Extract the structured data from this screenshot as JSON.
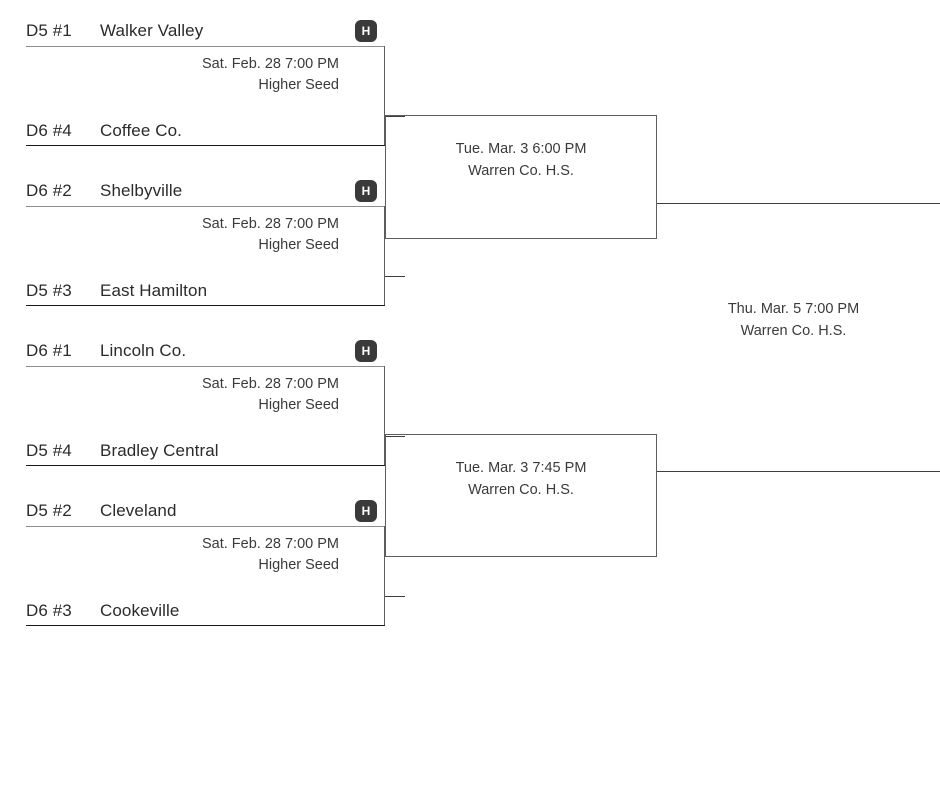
{
  "bracket": {
    "host_badge_label": "H",
    "colors": {
      "text": "#2b2b2b",
      "info_text": "#3a3a3a",
      "badge_background": "#3a3a3a",
      "badge_text": "#ffffff",
      "divider_gray": "#8d8d8d",
      "border_black": "#1a1a1a",
      "box_border": "#5d5d5d",
      "background": "#ffffff"
    },
    "round1": [
      {
        "top_team": {
          "seed": "D5 #1",
          "name": "Walker Valley",
          "host": true
        },
        "bottom_team": {
          "seed": "D6 #4",
          "name": "Coffee Co.",
          "host": false
        },
        "info": {
          "datetime": "Sat. Feb. 28 7:00 PM",
          "location": "Higher Seed"
        }
      },
      {
        "top_team": {
          "seed": "D6 #2",
          "name": "Shelbyville",
          "host": true
        },
        "bottom_team": {
          "seed": "D5 #3",
          "name": "East Hamilton",
          "host": false
        },
        "info": {
          "datetime": "Sat. Feb. 28 7:00 PM",
          "location": "Higher Seed"
        }
      },
      {
        "top_team": {
          "seed": "D6 #1",
          "name": "Lincoln Co.",
          "host": true
        },
        "bottom_team": {
          "seed": "D5 #4",
          "name": "Bradley Central",
          "host": false
        },
        "info": {
          "datetime": "Sat. Feb. 28 7:00 PM",
          "location": "Higher Seed"
        }
      },
      {
        "top_team": {
          "seed": "D5 #2",
          "name": "Cleveland",
          "host": true
        },
        "bottom_team": {
          "seed": "D6 #3",
          "name": "Cookeville",
          "host": false
        },
        "info": {
          "datetime": "Sat. Feb. 28 7:00 PM",
          "location": "Higher Seed"
        }
      }
    ],
    "round2": [
      {
        "info": {
          "datetime": "Tue. Mar. 3 6:00 PM",
          "location": "Warren Co. H.S."
        }
      },
      {
        "info": {
          "datetime": "Tue. Mar. 3 7:45 PM",
          "location": "Warren Co. H.S."
        }
      }
    ],
    "round3": [
      {
        "info": {
          "datetime": "Thu. Mar. 5 7:00 PM",
          "location": "Warren Co. H.S."
        }
      }
    ]
  }
}
